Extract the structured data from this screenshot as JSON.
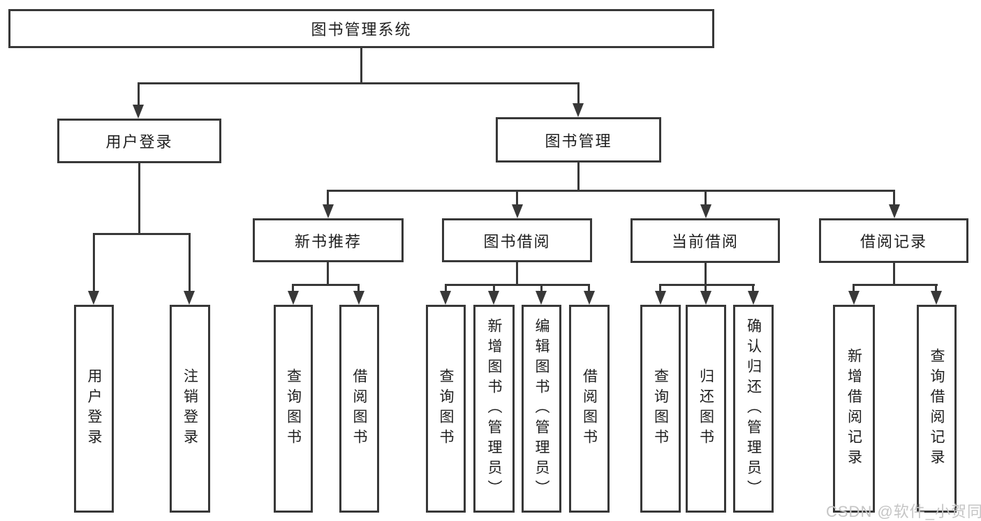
{
  "title": "图书管理系统",
  "watermark": "CSDN @软件_小贺同学",
  "colors": {
    "line": "#383838",
    "text": "#1f1f1f",
    "background": "#ffffff",
    "watermark": "#c5c5c5"
  },
  "nodes": {
    "root": "图书管理系统",
    "user_login": "用户登录",
    "book_management": "图书管理",
    "new_book_recommend": "新书推荐",
    "book_borrowing": "图书借阅",
    "current_borrowing": "当前借阅",
    "borrowing_records": "借阅记录",
    "leaf_user_login": "用户登录",
    "leaf_logout": "注销登录",
    "leaf_nb_query_books": "查询图书",
    "leaf_nb_borrow_books": "借阅图书",
    "leaf_bb_query_books": "查询图书",
    "leaf_bb_add_books": "新增图书（管理员）",
    "leaf_bb_edit_books": "编辑图书（管理员）",
    "leaf_bb_borrow_books": "借阅图书",
    "leaf_cb_query_books": "查询图书",
    "leaf_cb_return_books": "归还图书",
    "leaf_cb_confirm_return": "确认归还（管理员）",
    "leaf_br_add_record": "新增借阅记录",
    "leaf_br_query_record": "查询借阅记录"
  },
  "tree": {
    "图书管理系统": {
      "用户登录": [
        "用户登录",
        "注销登录"
      ],
      "图书管理": {
        "新书推荐": [
          "查询图书",
          "借阅图书"
        ],
        "图书借阅": [
          "查询图书",
          "新增图书（管理员）",
          "编辑图书（管理员）",
          "借阅图书"
        ],
        "当前借阅": [
          "查询图书",
          "归还图书",
          "确认归还（管理员）"
        ],
        "借阅记录": [
          "新增借阅记录",
          "查询借阅记录"
        ]
      }
    }
  }
}
